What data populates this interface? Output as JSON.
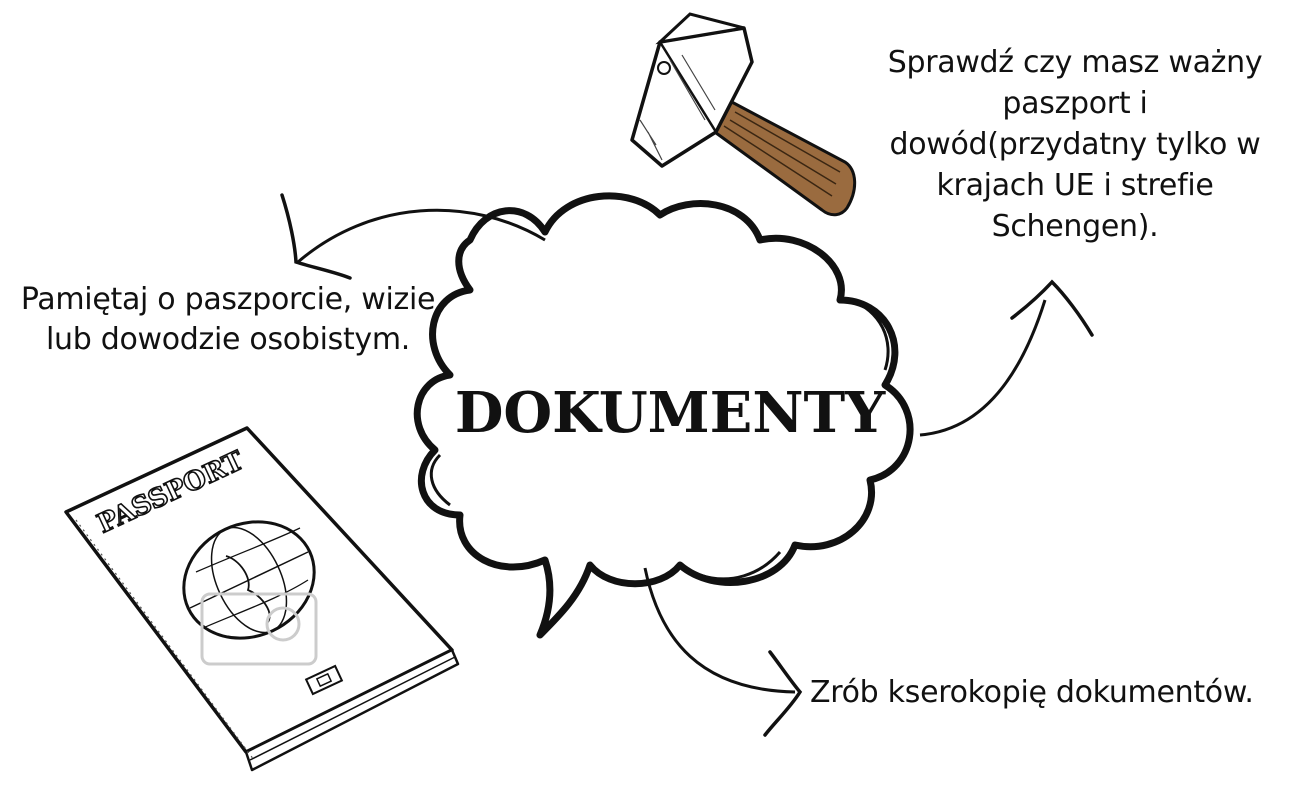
{
  "central_topic": "DOKUMENTY",
  "notes": {
    "left": "Pamiętaj o paszporcie, wizie\nlub dowodzie osobistym.",
    "right": "Sprawdź czy masz ważny\npaszport i\ndowód(przydatny tylko w\nkrajach UE i strefie\nSchengen).",
    "bottom": "Zrób kserokopię dokumentów."
  },
  "passport_cover_text": "PASSPORT",
  "colors": {
    "ink": "#111111",
    "background": "#ffffff",
    "hammer_handle": "#9a6b3f",
    "passport_cover": "#ffffff"
  },
  "icons": [
    "speech-cloud-icon",
    "passport-icon",
    "hammer-icon",
    "arrow-icon"
  ]
}
